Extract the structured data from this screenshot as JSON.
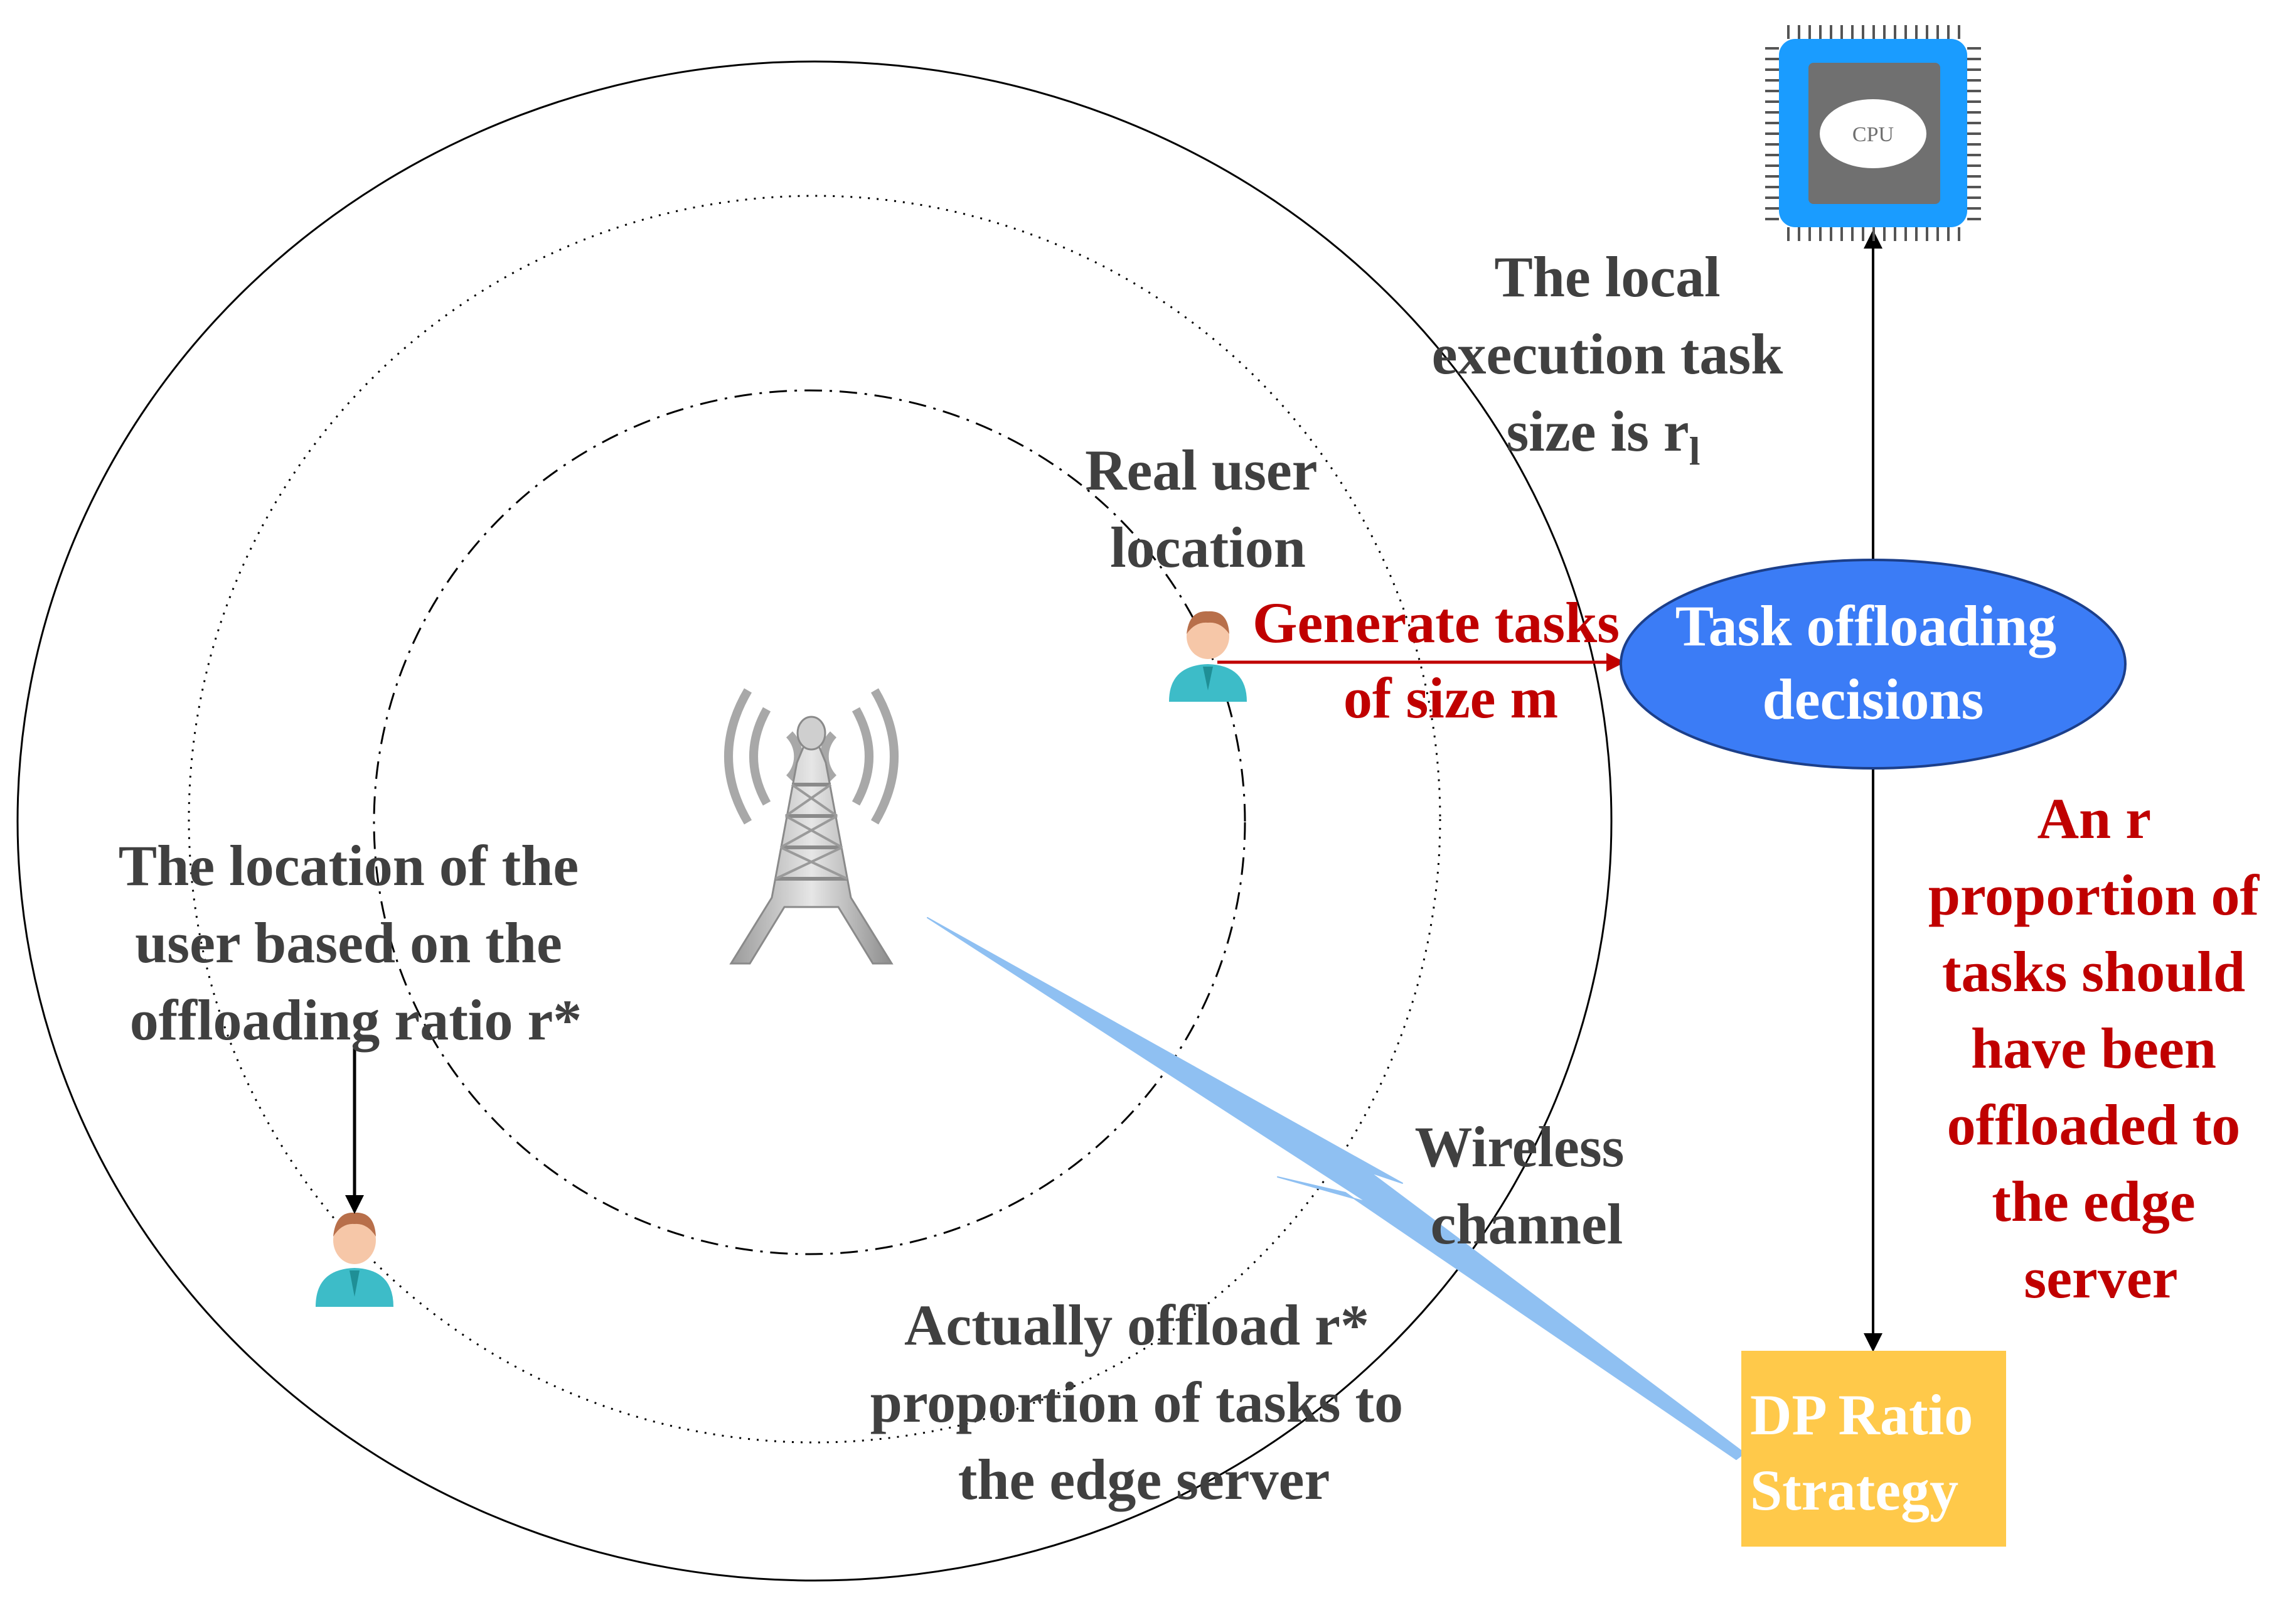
{
  "labels": {
    "local_execution": {
      "line1": "The local",
      "line2": "execution task",
      "line3_prefix": "size is r",
      "line3_sub": "l"
    },
    "real_user": {
      "line1": "Real user",
      "line2": "location"
    },
    "generate_tasks": {
      "line1": "Generate tasks",
      "line2": "of size m"
    },
    "task_offloading": {
      "line1": "Task offloading",
      "line2": "decisions"
    },
    "r_proportion": {
      "line1": "An r",
      "line2": "proportion of",
      "line3": "tasks should",
      "line4": "have been",
      "line5": "offloaded to",
      "line6": "the edge",
      "line7": "server"
    },
    "user_location_ratio": {
      "line1": "The location of the",
      "line2": "user based on the",
      "line3": "offloading ratio r*"
    },
    "wireless": {
      "line1": "Wireless",
      "line2": "channel"
    },
    "actually_offload": {
      "line1": "Actually offload r*",
      "line2": "proportion of tasks to",
      "line3": "the edge server"
    },
    "dp_ratio": {
      "line1": "DP Ratio",
      "line2": "Strategy"
    },
    "cpu": "CPU"
  },
  "icons": {
    "cpu": "cpu-chip-icon",
    "tower": "radio-tower-icon",
    "real_user": "user-icon",
    "shifted_user": "user-icon",
    "wireless": "lightning-bolt-icon"
  },
  "colors": {
    "dark_text": "#404040",
    "red_text": "#c00000",
    "decision_ellipse": "#3b7cf6",
    "dp_box": "#ffc94a",
    "cpu_frame": "#1a9cff",
    "cpu_core": "#707070",
    "wireless_beam": "#8fc0f2"
  }
}
